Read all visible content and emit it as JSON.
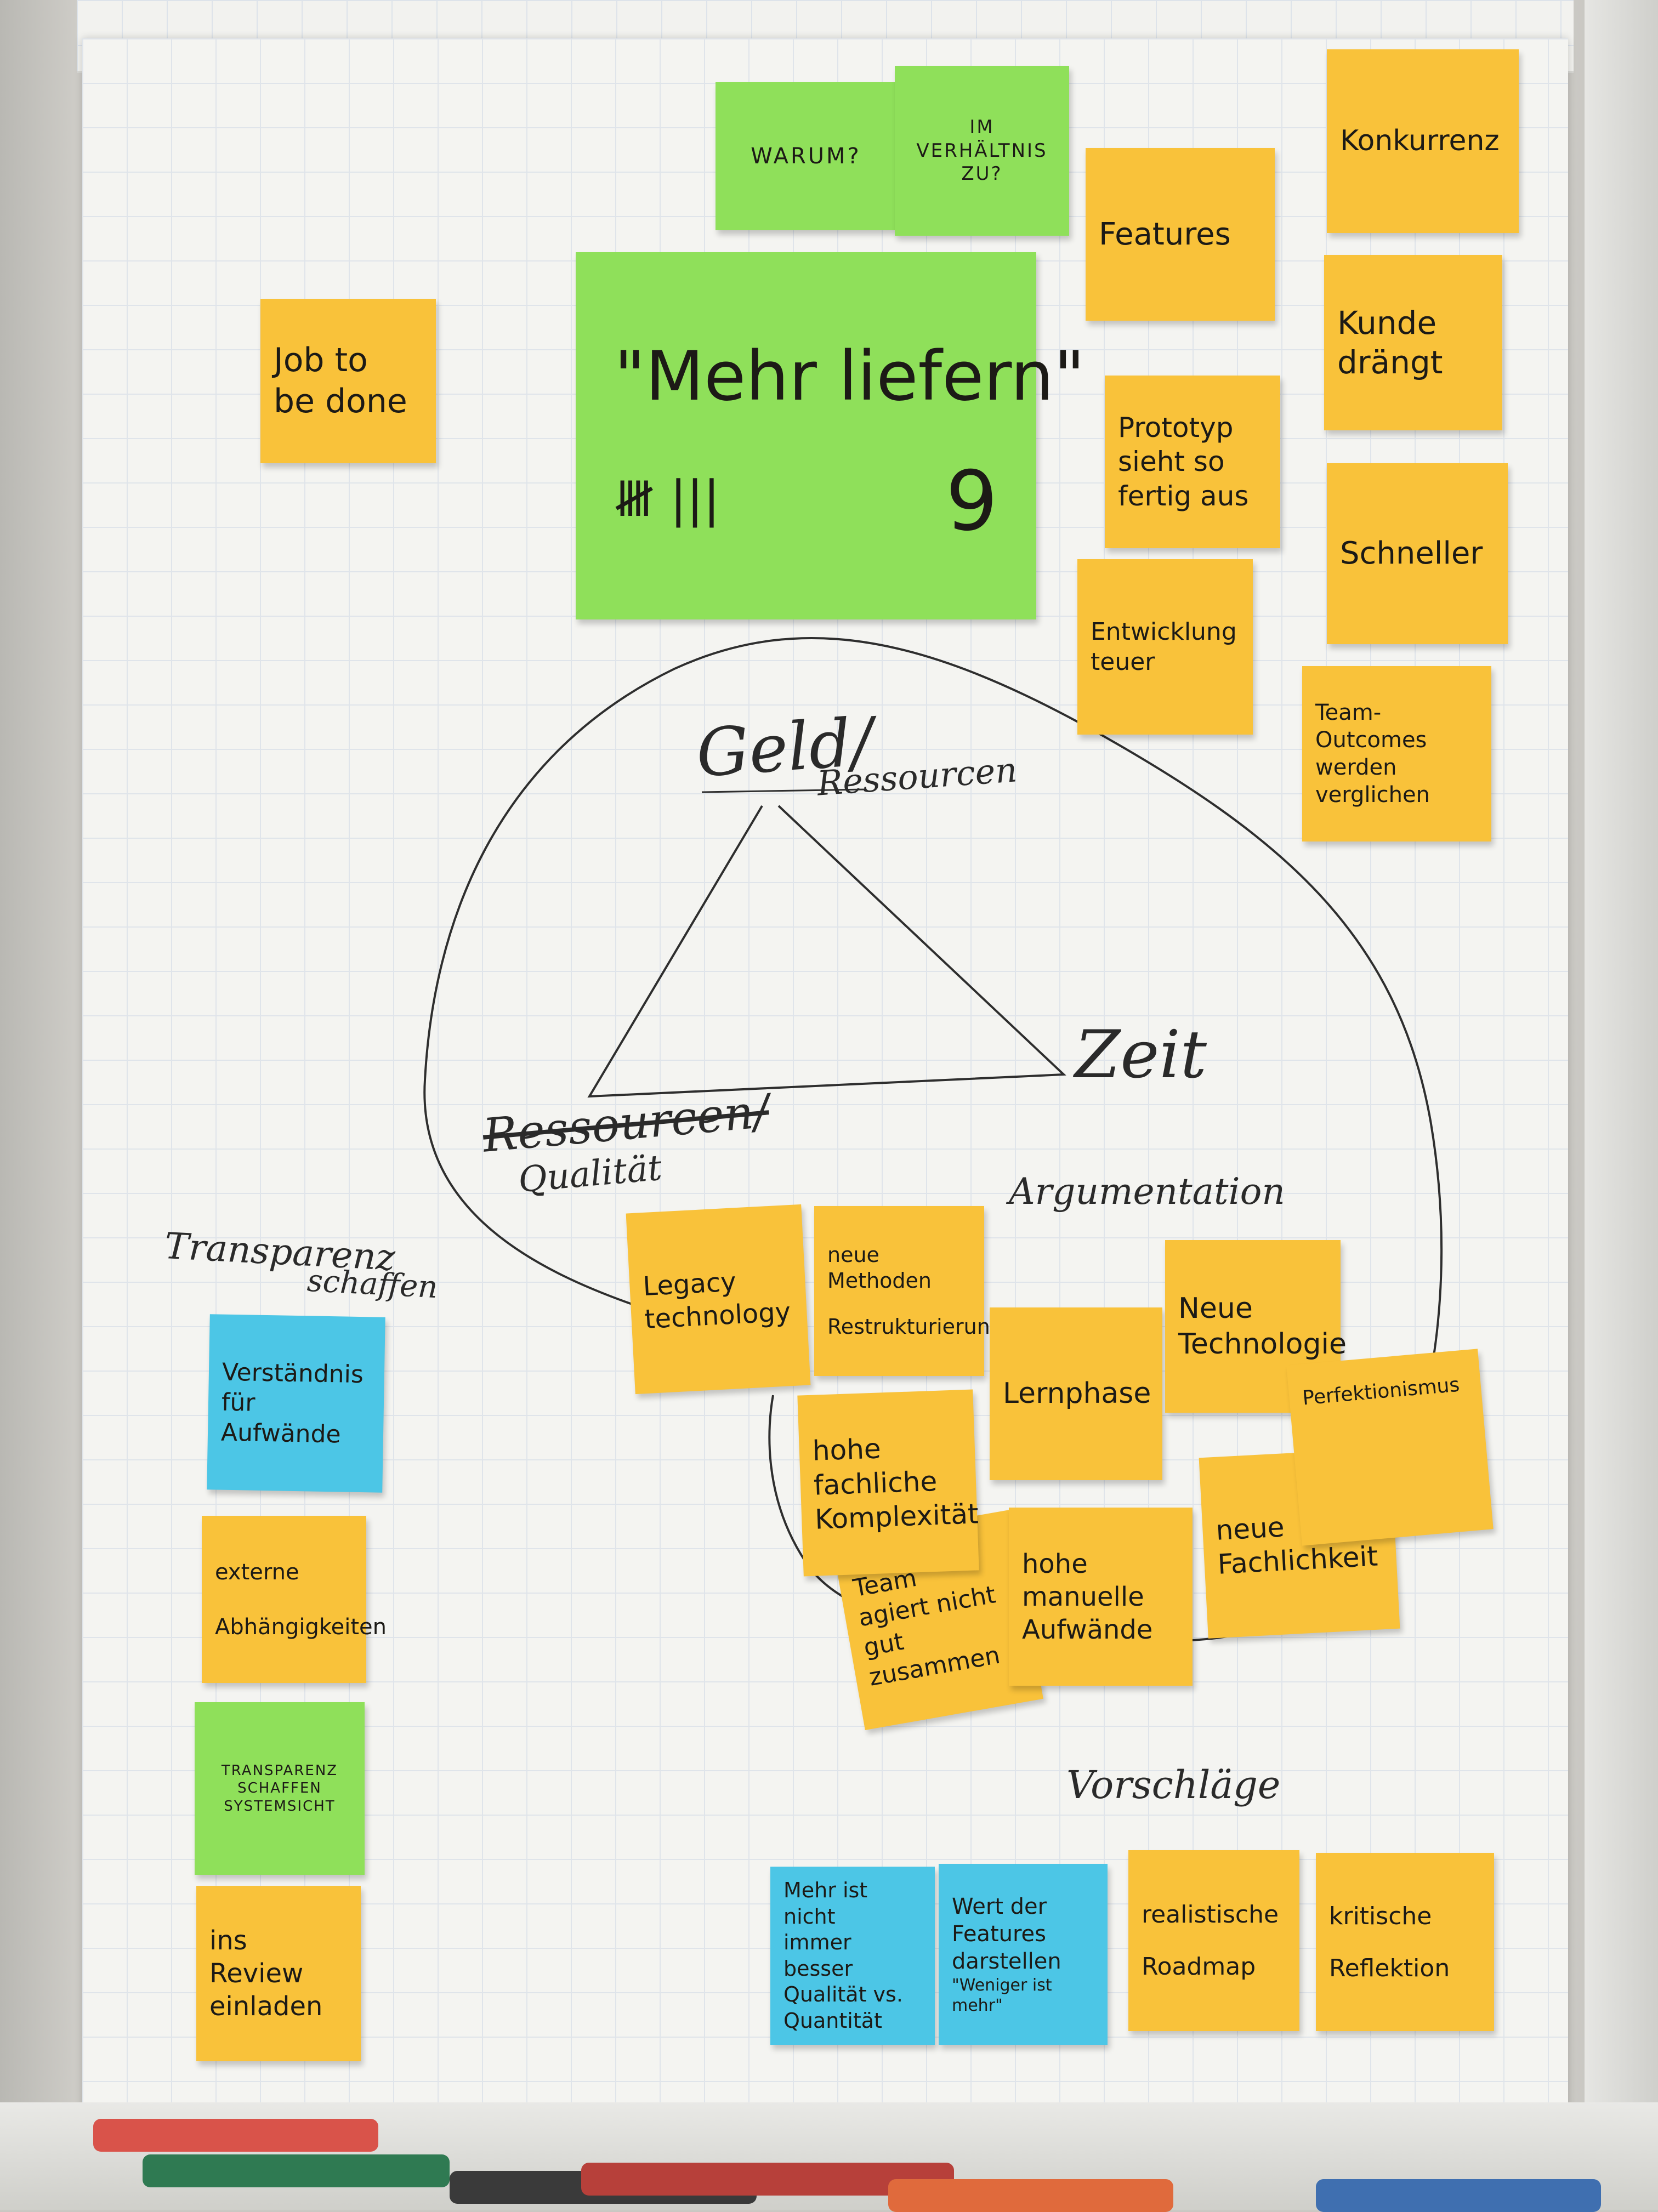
{
  "notes": {
    "warum": "WARUM?",
    "verhaeltnis_1": "IM VERHÄLTNIS",
    "verhaeltnis_2": "ZU?",
    "job_1": "Job to",
    "job_2": "be done",
    "main_title": "\"Mehr liefern\"",
    "main_tally": "𝍸 |||",
    "main_count": "9",
    "features": "Features",
    "konkurrenz": "Konkurrenz",
    "kunde_1": "Kunde",
    "kunde_2": "drängt",
    "prototyp_1": "Prototyp",
    "prototyp_2": "sieht so",
    "prototyp_3": "fertig aus",
    "schneller": "Schneller",
    "entwicklung_1": "Entwicklung",
    "entwicklung_2": "teuer",
    "team_outcomes_1": "Team-Outcomes",
    "team_outcomes_2": "werden",
    "team_outcomes_3": "verglichen",
    "legacy_1": "Legacy",
    "legacy_2": "technology",
    "neue_methoden_1": "neue Methoden",
    "neue_methoden_2": "Restrukturierung",
    "lernphase": "Lernphase",
    "neue_technologie_1": "Neue",
    "neue_technologie_2": "Technologie",
    "perfektionismus": "Perfektionismus",
    "hohe_komplex_1": "hohe",
    "hohe_komplex_2": "fachliche",
    "hohe_komplex_3": "Komplexität",
    "hohe_manuell_1": "hohe",
    "hohe_manuell_2": "manuelle",
    "hohe_manuell_3": "Aufwände",
    "neue_fachlichkeit_1": "neue",
    "neue_fachlichkeit_2": "Fachlichkeit",
    "team_agiert_1": "Team",
    "team_agiert_2": "agiert nicht",
    "team_agiert_3": "gut zusammen",
    "verstaendnis_1": "Verständnis",
    "verstaendnis_2": "für",
    "verstaendnis_3": "Aufwände",
    "externe_1": "externe",
    "externe_2": "Abhängigkeiten",
    "transparenz_1": "TRANSPARENZ",
    "transparenz_2": "SCHAFFEN",
    "transparenz_3": "SYSTEMSICHT",
    "review_1": "ins",
    "review_2": "Review",
    "review_3": "einladen",
    "mehr_1": "Mehr ist nicht",
    "mehr_2": "immer besser",
    "mehr_3": "Qualität vs.",
    "mehr_4": "Quantität",
    "wert_1": "Wert der",
    "wert_2": "Features",
    "wert_3": "darstellen",
    "wert_4": "\"Weniger ist",
    "wert_5": "mehr\"",
    "roadmap_1": "realistische",
    "roadmap_2": "Roadmap",
    "kritische_1": "kritische",
    "kritische_2": "Reflektion"
  },
  "handwriting": {
    "geld": "Geld/",
    "ressourcen_top": "Ressourcen",
    "zeit": "Zeit",
    "ressourcen_bottom": "Ressourcen/",
    "qualitaet": "Qualität",
    "argumentation": "Argumentation",
    "transparenz_1": "Transparenz",
    "transparenz_2": "schaffen",
    "vorschlaege": "Vorschläge"
  },
  "colors": {
    "yellow_note": "#f9c23a",
    "green_note": "#8fe05a",
    "blue_note": "#4cc6e6",
    "paper": "#f4f4f1",
    "ink": "#2a2a2a"
  }
}
